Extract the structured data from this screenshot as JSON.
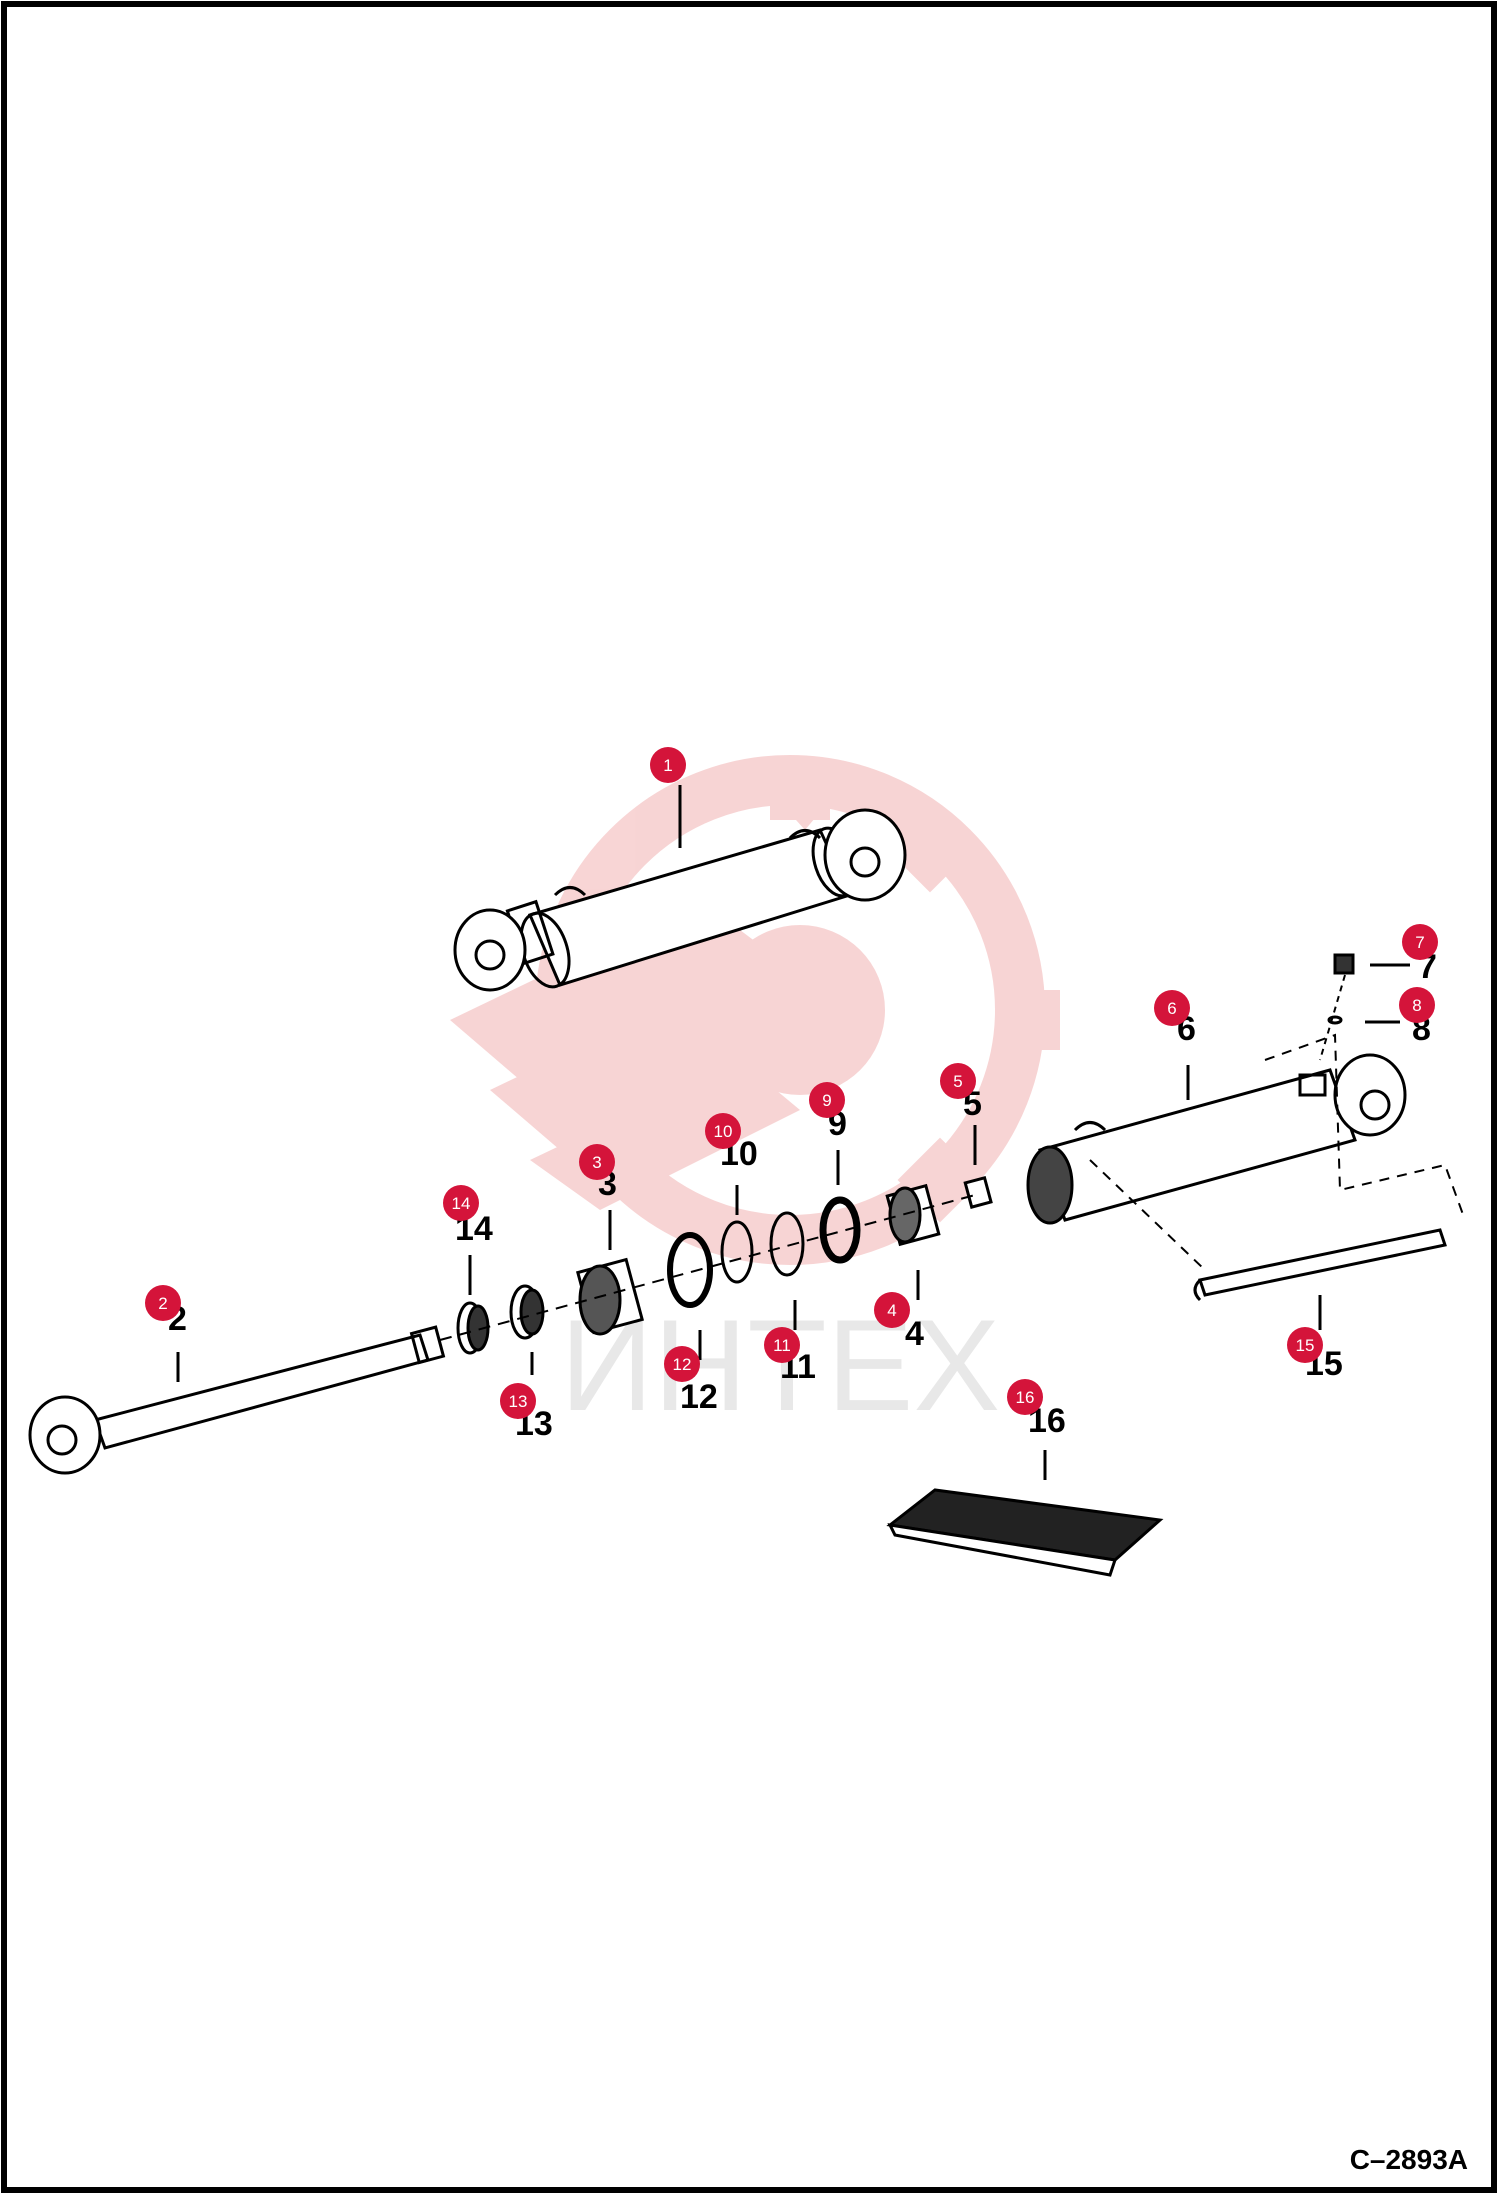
{
  "figure_code": "C–2893A",
  "watermark_text": "ИНТЕХ",
  "colors": {
    "callout": "#d4143a",
    "watermark": "#f5c9c9",
    "line": "#000000"
  },
  "parts": [
    {
      "id": "1",
      "label": "",
      "callout": "1"
    },
    {
      "id": "2",
      "label": "2",
      "callout": "2"
    },
    {
      "id": "3",
      "label": "3",
      "callout": "3"
    },
    {
      "id": "4",
      "label": "4",
      "callout": "4"
    },
    {
      "id": "5",
      "label": "5",
      "callout": "5"
    },
    {
      "id": "6",
      "label": "6",
      "callout": "6"
    },
    {
      "id": "7",
      "label": "7",
      "callout": "7"
    },
    {
      "id": "8",
      "label": "8",
      "callout": "8"
    },
    {
      "id": "9",
      "label": "9",
      "callout": "9"
    },
    {
      "id": "10",
      "label": "10",
      "callout": "10"
    },
    {
      "id": "11",
      "label": "11",
      "callout": "11"
    },
    {
      "id": "12",
      "label": "12",
      "callout": "12"
    },
    {
      "id": "13",
      "label": "13",
      "callout": "13"
    },
    {
      "id": "14",
      "label": "14",
      "callout": "14"
    },
    {
      "id": "15",
      "label": "15",
      "callout": "15"
    },
    {
      "id": "16",
      "label": "16",
      "callout": "16"
    }
  ]
}
